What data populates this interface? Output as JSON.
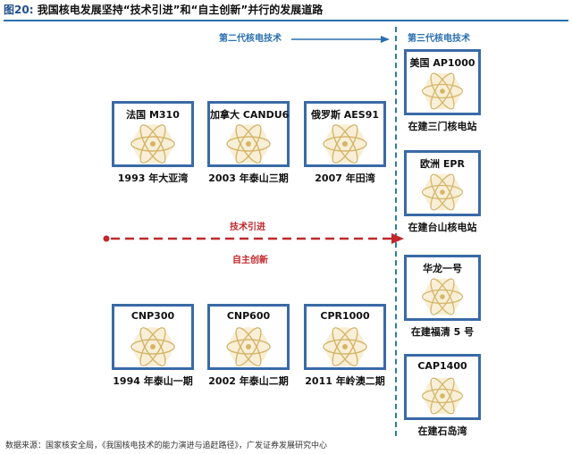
{
  "title": {
    "figure_no": "图20:",
    "text": "我国核电发展坚持“技术引进”和“自主创新”并行的发展道路"
  },
  "gen2_label": "第二代核电技术",
  "gen3_label": "第三代核电技术",
  "arrow_upper_label": "技术引进",
  "arrow_lower_label": "自主创新",
  "imported": [
    {
      "name": "法国 M310",
      "caption": "1993 年大亚湾"
    },
    {
      "name": "加拿大 CANDU6",
      "caption": "2003 年泰山三期"
    },
    {
      "name": "俄罗斯 AES91",
      "caption": "2007 年田湾"
    }
  ],
  "domestic": [
    {
      "name": "CNP300",
      "caption": "1994 年泰山一期"
    },
    {
      "name": "CNP600",
      "caption": "2002 年泰山二期"
    },
    {
      "name": "CPR1000",
      "caption": "2011 年岭澳二期"
    }
  ],
  "third_gen": [
    {
      "name": "美国 AP1000",
      "caption": "在建三门核电站"
    },
    {
      "name": "欧洲 EPR",
      "caption": "在建台山核电站"
    },
    {
      "name": "华龙一号",
      "caption": "在建福清 5 号"
    },
    {
      "name": "CAP1400",
      "caption": "在建石岛湾"
    }
  ],
  "source": "数据来源：国家核安全局，《我国核电技术的能力演进与追赶路径》，广发证券发展研究中心",
  "colors": {
    "card_border": "#3a6aa6",
    "blue_label": "#2a6fb0",
    "red_arrow": "#c0282b",
    "atom": "#d6b56a",
    "atom_glow": "#f3e2b4"
  }
}
